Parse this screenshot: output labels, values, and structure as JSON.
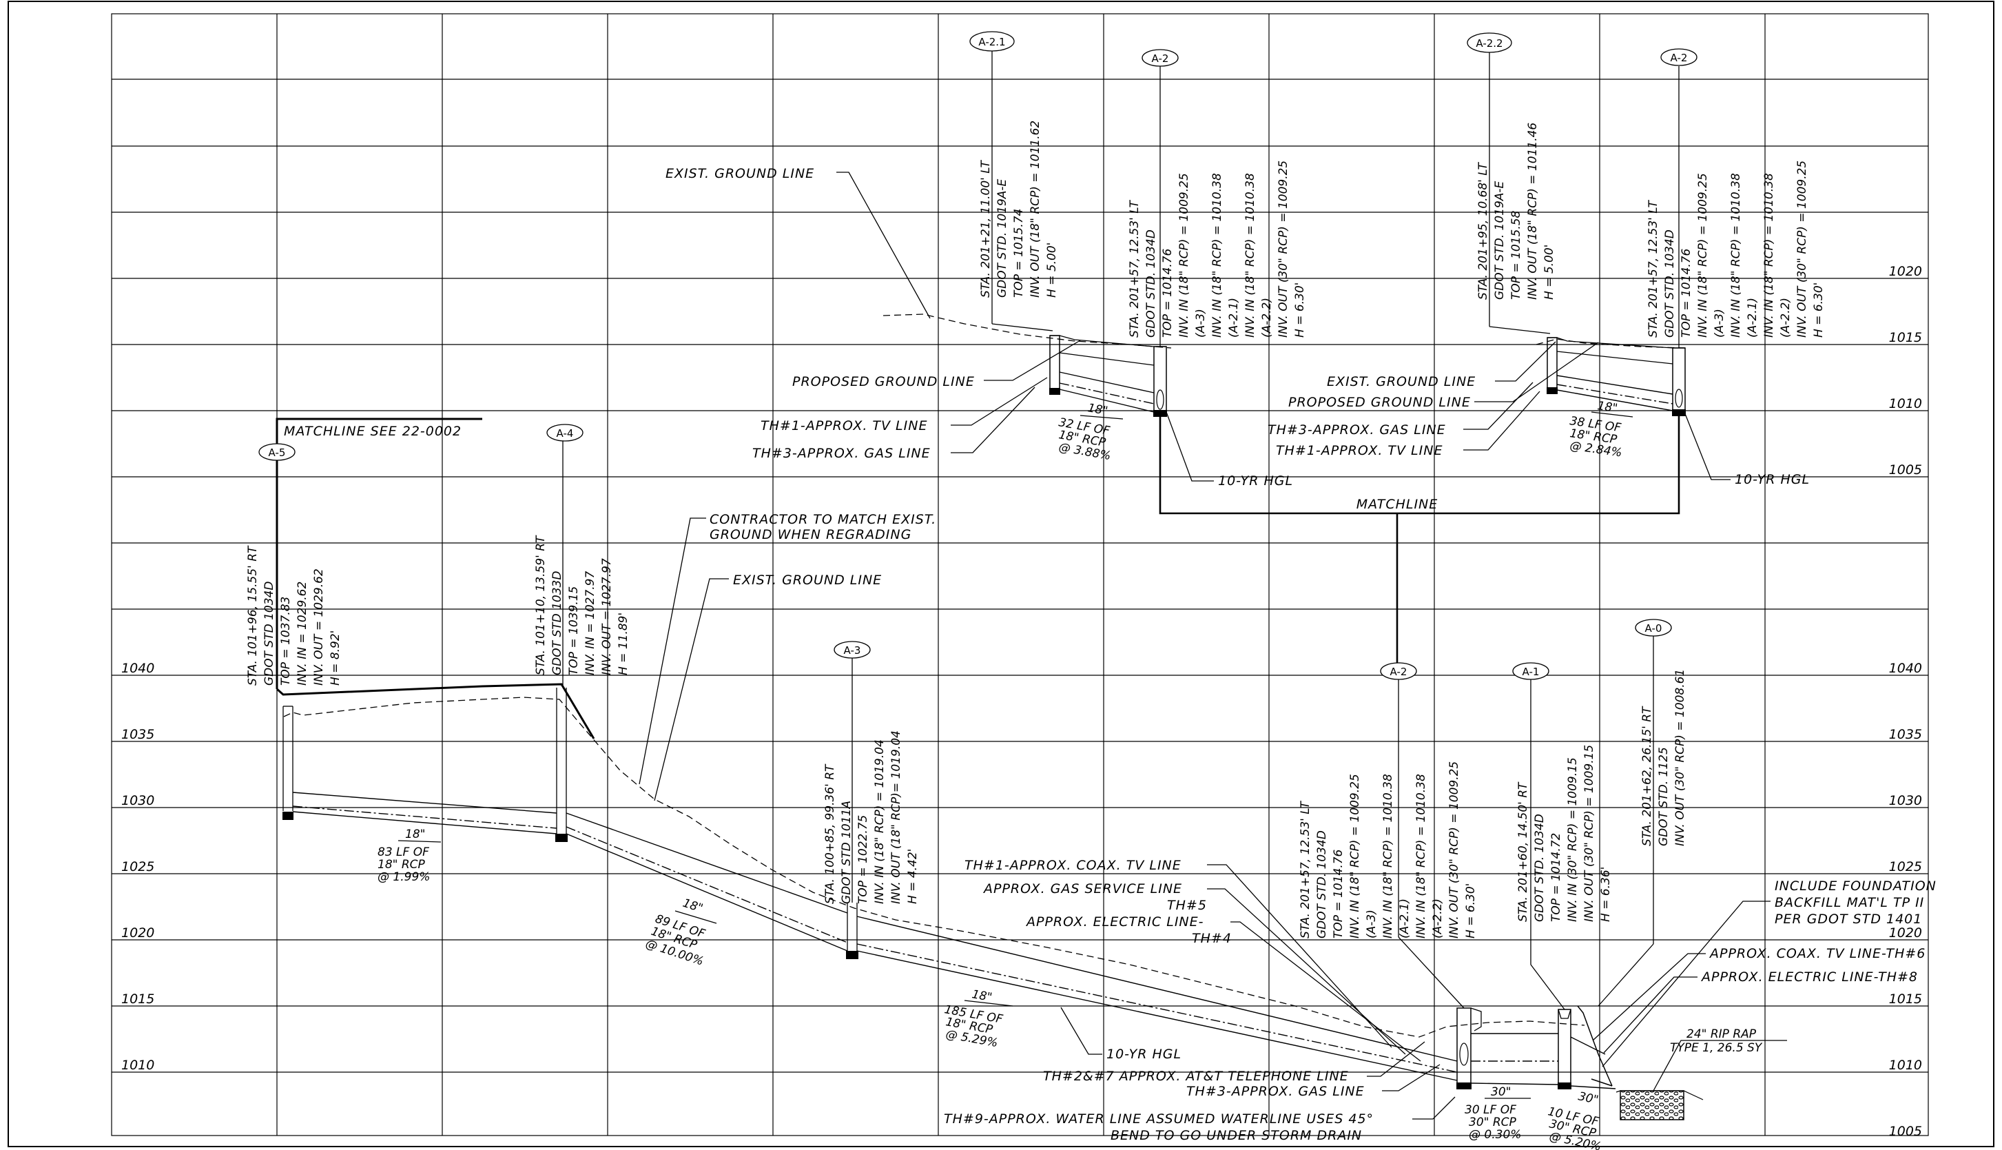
{
  "elevations_left": [
    "1040",
    "1035",
    "1030",
    "1025",
    "1020",
    "1015",
    "1010"
  ],
  "elevations_right": [
    "1020",
    "1015",
    "1010",
    "1005",
    "1040",
    "1035",
    "1030",
    "1025",
    "1020",
    "1015",
    "1010",
    "1005"
  ],
  "matchline_label": "MATCHLINE SEE 22-0002",
  "matchline_center": "MATCHLINE",
  "structures": {
    "a5": {
      "tag": "A-5",
      "callout": [
        "STA. 101+96, 15.55' RT",
        "GDOT STD 1034D",
        "TOP = 1037.83",
        "INV. IN = 1029.62",
        "INV. OUT = 1029.62",
        "H = 8.92'"
      ]
    },
    "a4": {
      "tag": "A-4",
      "callout": [
        "STA. 101+10, 13.59' RT",
        "GDOT STD 1033D",
        "TOP = 1039.15",
        "INV. IN = 1027.97",
        "INV. OUT = 1027.97",
        "H = 11.89'"
      ]
    },
    "a3": {
      "tag": "A-3",
      "callout": [
        "STA. 100+85, 99.36' RT",
        "GDOT STD 1011A",
        "TOP = 1022.75",
        "INV. IN (18\" RCP) = 1019.04",
        "INV. OUT (18\" RCP)= 1019.04",
        "H = 4.42'"
      ]
    },
    "a21": {
      "tag": "A-2.1",
      "callout": [
        "STA. 201+21, 11.00' LT",
        "GDOT STD. 1019A-E",
        "TOP = 1015.74",
        "INV. OUT (18\" RCP) = 1011.62",
        "H = 5.00'"
      ]
    },
    "a2top1": {
      "tag": "A-2",
      "callout": [
        "STA. 201+57, 12.53' LT",
        "GDOT STD. 1034D",
        "TOP = 1014.76",
        "INV. IN (18\" RCP) = 1009.25",
        "(A-3)",
        "INV. IN (18\" RCP) = 1010.38",
        "(A-2.1)",
        "INV. IN (18\" RCP) = 1010.38",
        "(A-2.2)",
        "INV. OUT (30\" RCP) = 1009.25",
        "H = 6.30'"
      ]
    },
    "a22": {
      "tag": "A-2.2",
      "callout": [
        "STA. 201+95, 10.68' LT",
        "GDOT STD. 1019A-E",
        "TOP = 1015.58",
        "INV. OUT (18\" RCP) = 1011.46",
        "H = 5.00'"
      ]
    },
    "a2top2": {
      "tag": "A-2",
      "callout": [
        "STA. 201+57, 12.53' LT",
        "GDOT STD. 1034D",
        "TOP = 1014.76",
        "INV. IN (18\" RCP) = 1009.25",
        "(A-3)",
        "INV. IN (18\" RCP) = 1010.38",
        "(A-2.1)",
        "INV. IN (18\" RCP) = 1010.38",
        "(A-2.2)",
        "INV. OUT (30\" RCP) = 1009.25",
        "H = 6.30'"
      ]
    },
    "a2bot": {
      "tag": "A-2",
      "callout": [
        "STA. 201+57, 12.53' LT",
        "GDOT STD. 1034D",
        "TOP = 1014.76",
        "INV. IN (18\" RCP) = 1009.25",
        "(A-3)",
        "INV. IN (18\" RCP) = 1010.38",
        "(A-2.1)",
        "INV. IN (18\" RCP) = 1010.38",
        "(A-2.2)",
        "INV. OUT (30\" RCP) = 1009.25",
        "H = 6.30'"
      ]
    },
    "a1": {
      "tag": "A-1",
      "callout": [
        "STA. 201+60, 14.50' RT",
        "GDOT STD. 1034D",
        "TOP = 1014.72",
        "INV. IN (30\" RCP) = 1009.15",
        "INV. OUT (30\" RCP) = 1009.15",
        "H = 6.36'"
      ]
    },
    "a0": {
      "tag": "A-0",
      "callout": [
        "STA. 201+62, 26.15' RT",
        "GDOT STD. 1125",
        "INV. OUT (30\" RCP) = 1008.61"
      ]
    }
  },
  "pipes": {
    "p1": {
      "size": "18\"",
      "desc": [
        "83 LF OF",
        "18\" RCP",
        "@ 1.99%"
      ]
    },
    "p2": {
      "size": "18\"",
      "desc": [
        "89 LF OF",
        "18\" RCP",
        "@ 10.00%"
      ]
    },
    "p3": {
      "size": "18\"",
      "desc": [
        "185 LF OF",
        "18\" RCP",
        "@ 5.29%"
      ]
    },
    "p4": {
      "size": "18\"",
      "desc": [
        "32 LF OF",
        "18\" RCP",
        "@ 3.88%"
      ]
    },
    "p5": {
      "size": "18\"",
      "desc": [
        "38 LF OF",
        "18\" RCP",
        "@ 2.84%"
      ]
    },
    "p6": {
      "size": "30\"",
      "desc": [
        "30 LF OF",
        "30\" RCP",
        "@ 0.30%"
      ]
    },
    "p7": {
      "size": "30\"",
      "desc": [
        "10 LF OF",
        "30\" RCP",
        "@ 5.20%"
      ]
    }
  },
  "notes": {
    "contractor": [
      "CONTRACTOR TO MATCH EXIST.",
      "GROUND WHEN REGRADING"
    ],
    "exist_ground": "EXIST. GROUND LINE",
    "exist_ground_top": "EXIST. GROUND LINE",
    "proposed_ground": "PROPOSED GROUND LINE",
    "th1_tv": "TH#1-APPROX. TV LINE",
    "th3_gas": "TH#3-APPROX. GAS LINE",
    "hgl_a": "10-YR HGL",
    "exist_ground_r": "EXIST. GROUND LINE",
    "proposed_ground_r": "PROPOSED GROUND LINE",
    "th3_gas_r": "TH#3-APPROX. GAS LINE",
    "th1_tv_r": "TH#1-APPROX. TV LINE",
    "hgl_b": "10-YR HGL",
    "th1_coax": "TH#1-APPROX. COAX. TV LINE",
    "gas_service": [
      "APPROX. GAS SERVICE LINE",
      "TH#5"
    ],
    "electric": [
      "APPROX. ELECTRIC LINE-",
      "TH#4"
    ],
    "hgl_c": "10-YR HGL",
    "att": "TH#2&#7 APPROX. AT&T TELEPHONE LINE",
    "th3_gas_b": "TH#3-APPROX. GAS LINE",
    "water": [
      "TH#9-APPROX. WATER LINE ASSUMED WATERLINE USES 45°",
      "BEND TO GO UNDER STORM DRAIN"
    ],
    "foundation": [
      "INCLUDE FOUNDATION",
      "BACKFILL MAT'L TP II",
      "PER GDOT STD 1401"
    ],
    "coax_th6": "APPROX. COAX. TV LINE-TH#6",
    "electric_th8": "APPROX. ELECTRIC LINE-TH#8",
    "riprap": [
      "24\" RIP RAP",
      "TYPE 1, 26.5 SY"
    ]
  }
}
